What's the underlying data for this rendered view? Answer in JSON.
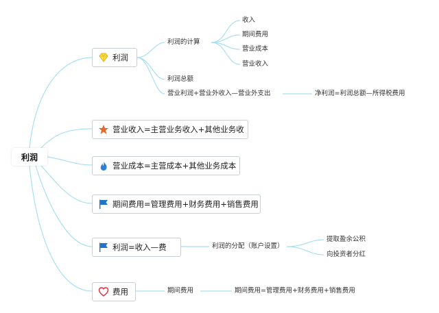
{
  "root": {
    "label": "利润"
  },
  "colors": {
    "connector": "#a8dff2",
    "border": "#c9cfd6"
  },
  "branches": [
    {
      "label": "利润",
      "icon": "gem-icon",
      "children": [
        {
          "label": "利润的计算",
          "children": [
            {
              "label": "收入"
            },
            {
              "label": "期间费用"
            },
            {
              "label": "营业成本"
            },
            {
              "label": "营业收入"
            }
          ]
        },
        {
          "label": "利润总额"
        },
        {
          "label": "营业利润+营业外收入—营业外支出",
          "children": [
            {
              "label": "净利润=利润总额—所得税费用"
            }
          ]
        }
      ]
    },
    {
      "label": "营业收入=主营业务收入+其他业务收",
      "icon": "star-icon"
    },
    {
      "label": "营业成本=主营成本+其他业务成本",
      "icon": "flame-icon"
    },
    {
      "label": "期间费用=管理费用+财务费用+销售费用",
      "icon": "flag-icon"
    },
    {
      "label": "利润=收入—费",
      "icon": "flag-icon",
      "children": [
        {
          "label": "利润的分配（账户设置）",
          "children": [
            {
              "label": "提取盈余公积"
            },
            {
              "label": "向投资者分红"
            }
          ]
        }
      ]
    },
    {
      "label": "费用",
      "icon": "heart-icon",
      "children": [
        {
          "label": "期间费用",
          "children": [
            {
              "label": "期间费用=管理费用+财务费用+销售费用"
            }
          ]
        }
      ]
    }
  ]
}
